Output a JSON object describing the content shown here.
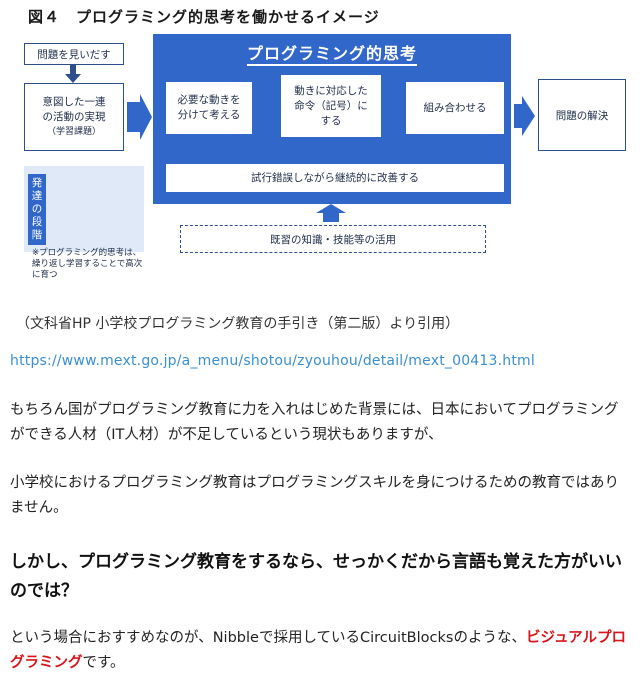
{
  "figure": {
    "title": "図４　プログラミング的思考を働かせるイメージ",
    "find_problem": "問題を見いだす",
    "intent_line1": "意図した一連",
    "intent_line2": "の活動の実現",
    "intent_sub": "（学習課題）",
    "big_title": "プログラミング的思考",
    "step1_line1": "必要な動きを",
    "step1_line2": "分けて考える",
    "step2_line1": "動きに対応した",
    "step2_line2": "命令（記号）に",
    "step2_line3": "する",
    "step3": "組み合わせる",
    "trial": "試行錯誤しながら継続的に改善する",
    "solution": "問題の解決",
    "knowledge": "既習の知識・技能等の活用",
    "growth_label": "発達の段階",
    "growth_note": "※プログラミング的思考は、繰り返し学習することで高次に育つ",
    "colors": {
      "blue": "#3167c9",
      "navy": "#2d4f8e",
      "light_blue": "#dfe9f7"
    }
  },
  "caption": "（文科省HP 小学校プログラミング教育の手引き（第二版）より引用）",
  "url": "https://www.mext.go.jp/a_menu/shotou/zyouhou/detail/mext_00413.html",
  "paragraph1": "もちろん国がプログラミング教育に力を入れはじめた背景には、日本においてプログラミングができる人材（IT人材）が不足しているという現状もありますが、",
  "paragraph2": "小学校におけるプログラミング教育はプログラミングスキルを身につけるための教育ではありません。",
  "heading": "しかし、プログラミング教育をするなら、せっかくだから言語も覚えた方がいいのでは？",
  "paragraph3_prefix": "という場合におすすめなのが、Nibbleで採用しているCircuitBlocksのような、",
  "paragraph3_highlight": "ビジュアルプログラミング",
  "paragraph3_suffix": "です。",
  "link_color": "#3a8fd1",
  "highlight_color": "#d9141c"
}
